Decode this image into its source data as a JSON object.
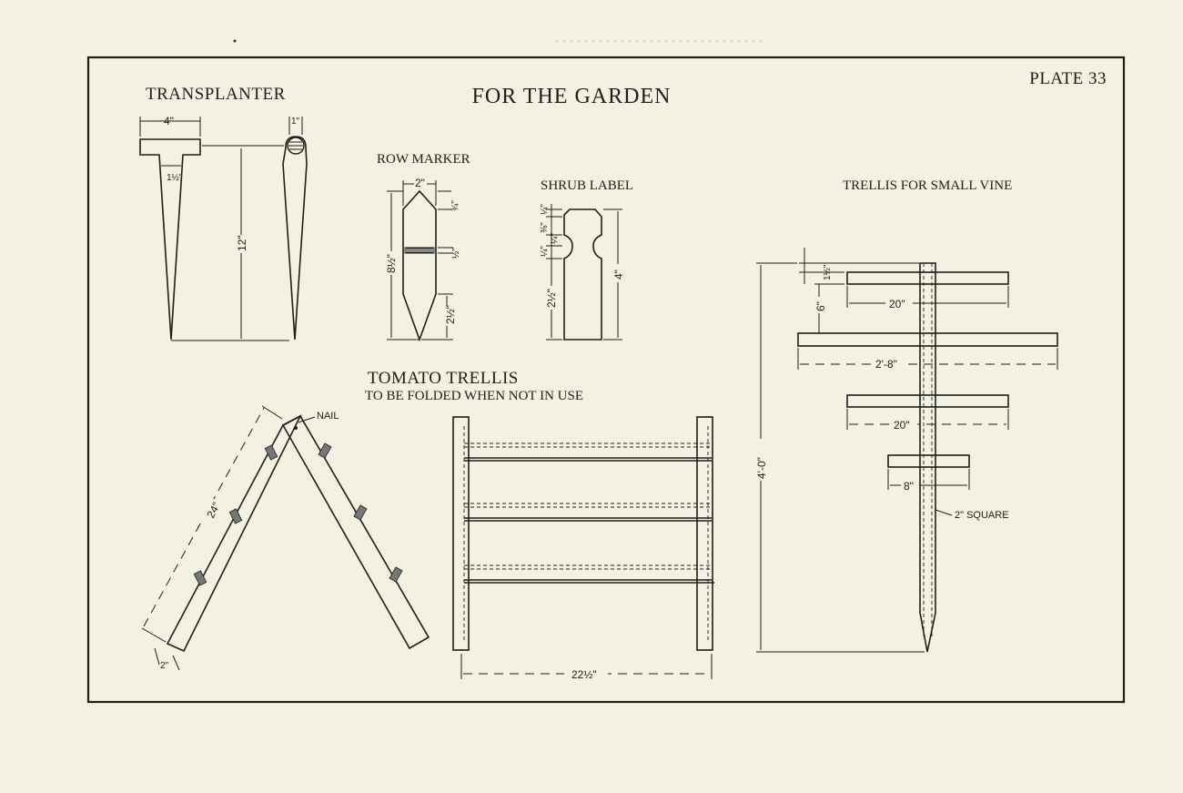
{
  "plate": {
    "title": "FOR THE GARDEN",
    "number": "PLATE 33"
  },
  "transplanter": {
    "label": "TRANSPLANTER",
    "dims": {
      "width": "4\"",
      "thickness": "1\"",
      "length": "12\"",
      "blade_width": "1½\""
    }
  },
  "row_marker": {
    "label": "ROW MARKER",
    "dims": {
      "width": "2\"",
      "tip": "¾\"",
      "slot": "½\"",
      "height": "8½\"",
      "point": "2½\""
    }
  },
  "shrub_label": {
    "label": "SHRUB LABEL",
    "dims": {
      "top": "¼\"",
      "neck": "⅜\"",
      "shoulder": "¼\"",
      "notch": "¼\"",
      "height": "4\"",
      "body": "2½\""
    }
  },
  "tomato_trellis": {
    "label": "TOMATO TRELLIS",
    "note": "TO BE FOLDED WHEN NOT IN USE",
    "nail_label": "NAIL",
    "dims": {
      "leg_length": "24\"",
      "leg_width": "2\"",
      "width": "22½\""
    }
  },
  "vine_trellis": {
    "label": "TRELLIS FOR SMALL VINE",
    "dims": {
      "top_offset": "1½\"",
      "spacing": "6\"",
      "bar1": "20\"",
      "bar2": "2'-8\"",
      "bar3": "20\"",
      "bar4": "8\"",
      "height": "4'-0\"",
      "post": "2\" SQUARE"
    }
  }
}
